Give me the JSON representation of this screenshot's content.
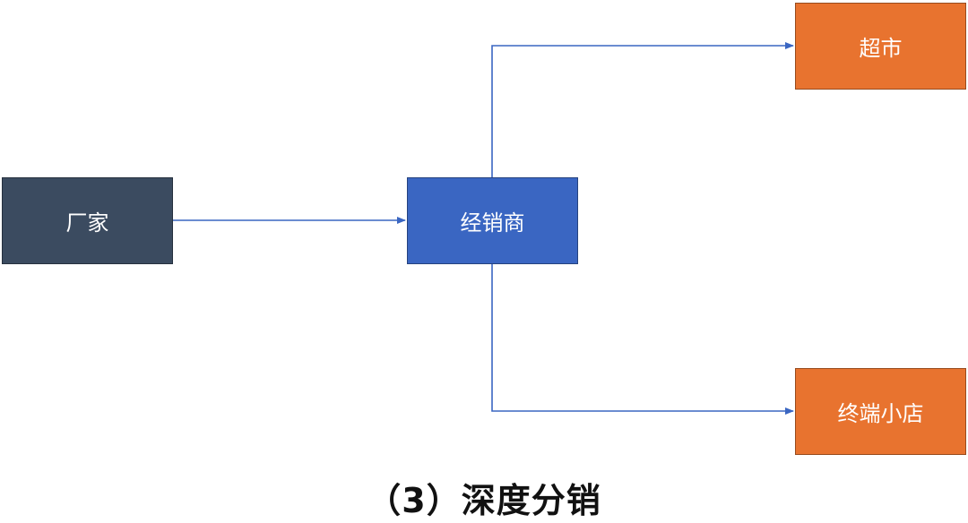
{
  "diagram": {
    "nodes": {
      "manufacturer": {
        "label": "厂家",
        "color": "#3b4b60"
      },
      "distributor": {
        "label": "经销商",
        "color": "#3a66c2"
      },
      "supermarket": {
        "label": "超市",
        "color": "#e8732f"
      },
      "terminal_store": {
        "label": "终端小店",
        "color": "#e8732f"
      }
    },
    "edges": [
      {
        "from": "manufacturer",
        "to": "distributor"
      },
      {
        "from": "distributor",
        "to": "supermarket"
      },
      {
        "from": "distributor",
        "to": "terminal_store"
      }
    ],
    "connector_color": "#3a66c2",
    "caption": "（3）深度分销"
  }
}
